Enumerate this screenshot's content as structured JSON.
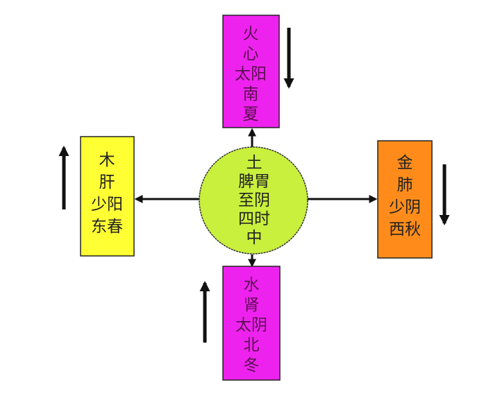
{
  "colors": {
    "fire": "#ee22ee",
    "wood": "#ffff33",
    "metal": "#ff8c1a",
    "water": "#ee22ee",
    "earth": "#c8f03c",
    "text_dark": "#5a1050",
    "text_black": "#222222"
  },
  "center": {
    "line1": "土",
    "line2": "脾胃",
    "line3": "至阴",
    "line4": "四时",
    "line5": "中"
  },
  "top": {
    "line1": "火",
    "line2": "心",
    "line3": "太阳",
    "line4": "南",
    "line5": "夏"
  },
  "left": {
    "line1": "木",
    "line2": "肝",
    "line3": "少阳",
    "line4": "东春"
  },
  "right": {
    "line1": "金",
    "line2": "肺",
    "line3": "少阴",
    "line4": "西秋"
  },
  "bottom": {
    "line1": "水",
    "line2": "肾",
    "line3": "太阴",
    "line4": "北",
    "line5": "冬"
  }
}
